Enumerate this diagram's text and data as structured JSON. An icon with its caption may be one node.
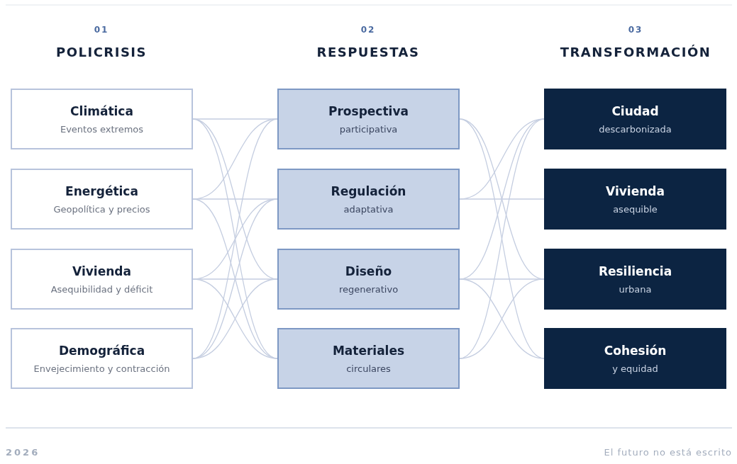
{
  "diagram": {
    "nodes": [
      {
        "text": [
          "Climática",
          "Eventos extremos"
        ]
      },
      {
        "text": [
          "Energética",
          "Geopolítica y precios"
        ]
      },
      {
        "text": [
          "Vivienda",
          "Asequibilidad y déficit"
        ]
      },
      {
        "text": [
          "Demográfica",
          "Envejecimiento y contracción"
        ]
      },
      {
        "text": [
          "Prospectiva",
          "participativa"
        ]
      },
      {
        "text": [
          "Regulación",
          "adaptativa"
        ]
      },
      {
        "text": [
          "Diseño",
          "regenerativo"
        ]
      },
      {
        "text": [
          "Materiales",
          "circulares"
        ]
      },
      {
        "text": [
          "Ciudad",
          "descarbonizada"
        ]
      },
      {
        "text": [
          "Vivienda",
          "asequible"
        ]
      },
      {
        "text": [
          "Resiliencia",
          "urbana"
        ]
      },
      {
        "text": [
          "Cohesión",
          "y equidad"
        ]
      }
    ],
    "edges": [
      {
        "from": 0,
        "to": 4,
        "arrow": "none"
      },
      {
        "from": 0,
        "to": 6,
        "arrow": "none"
      },
      {
        "from": 0,
        "to": 7,
        "arrow": "none"
      },
      {
        "from": 1,
        "to": 4,
        "arrow": "none"
      },
      {
        "from": 1,
        "to": 5,
        "arrow": "none"
      },
      {
        "from": 1,
        "to": 7,
        "arrow": "none"
      },
      {
        "from": 2,
        "to": 5,
        "arrow": "none"
      },
      {
        "from": 2,
        "to": 6,
        "arrow": "none"
      },
      {
        "from": 2,
        "to": 7,
        "arrow": "none"
      },
      {
        "from": 3,
        "to": 4,
        "arrow": "none"
      },
      {
        "from": 3,
        "to": 5,
        "arrow": "none"
      },
      {
        "from": 3,
        "to": 6,
        "arrow": "none"
      },
      {
        "from": 4,
        "to": 10,
        "arrow": "none"
      },
      {
        "from": 4,
        "to": 11,
        "arrow": "none"
      },
      {
        "from": 5,
        "to": 8,
        "arrow": "none"
      },
      {
        "from": 5,
        "to": 9,
        "arrow": "none"
      },
      {
        "from": 6,
        "to": 8,
        "arrow": "none"
      },
      {
        "from": 6,
        "to": 10,
        "arrow": "none"
      },
      {
        "from": 6,
        "to": 11,
        "arrow": "none"
      },
      {
        "from": 7,
        "to": 8,
        "arrow": "none"
      },
      {
        "from": 7,
        "to": 10,
        "arrow": "none"
      }
    ],
    "labels": [
      "01",
      "02",
      "03",
      "POLICRISIS",
      "RESPUESTAS",
      "TRANSFORMACIÓN",
      "2026",
      "El futuro no está escrito"
    ]
  }
}
